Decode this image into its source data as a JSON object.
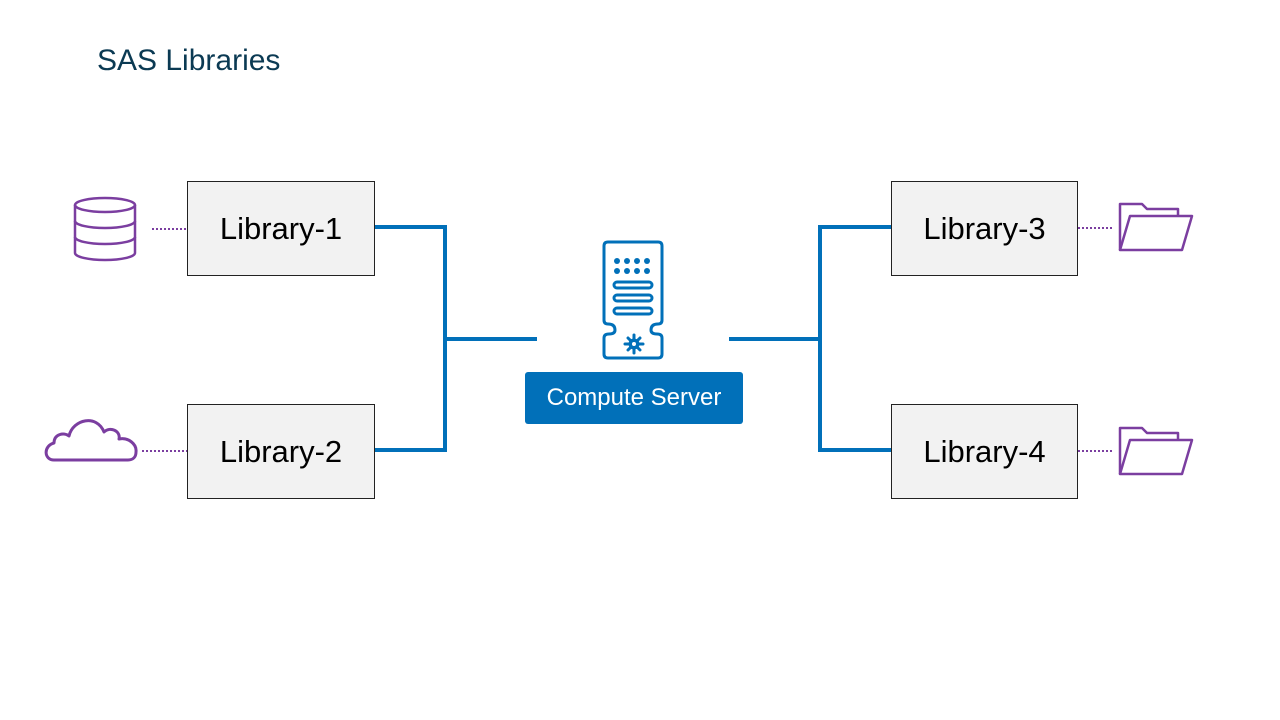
{
  "slide": {
    "title": "SAS Libraries"
  },
  "server": {
    "label": "Compute Server",
    "icon": "server-icon"
  },
  "libraries": [
    {
      "label": "Library-1",
      "source_icon": "database-icon"
    },
    {
      "label": "Library-2",
      "source_icon": "cloud-icon"
    },
    {
      "label": "Library-3",
      "source_icon": "folder-icon"
    },
    {
      "label": "Library-4",
      "source_icon": "folder-icon"
    }
  ],
  "colors": {
    "title": "#0b3a53",
    "connector": "#0170b9",
    "source_icon": "#7b3ea0",
    "box_fill": "#f2f2f2",
    "server_label_fill": "#0170b9"
  }
}
